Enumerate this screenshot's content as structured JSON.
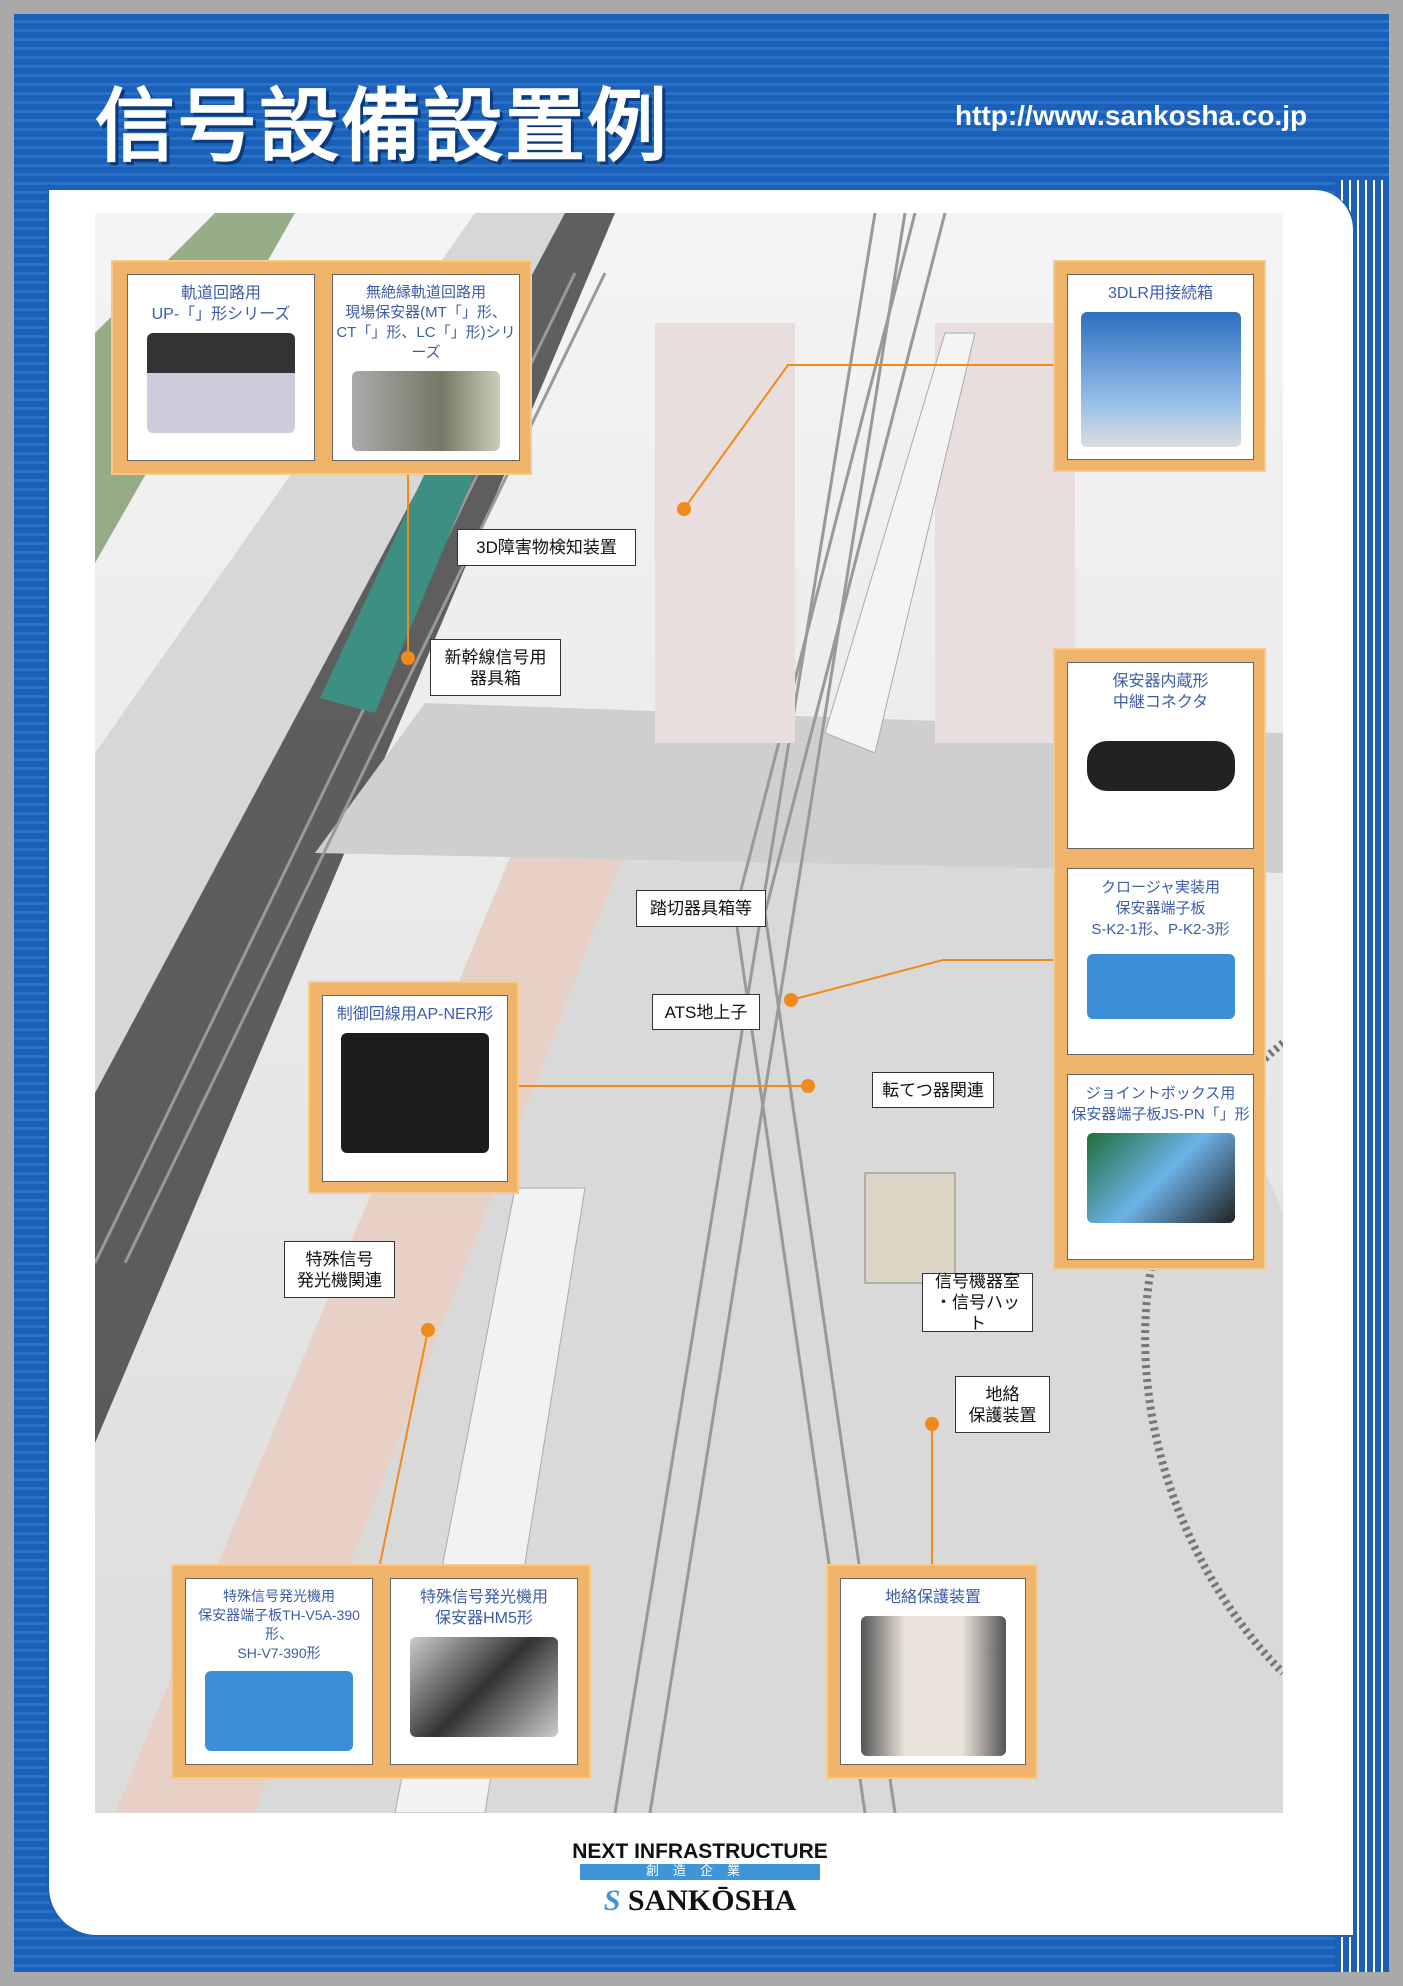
{
  "header": {
    "title": "信号設備設置例",
    "url": "http://www.sankosha.co.jp"
  },
  "products": {
    "up": "軌道回路用\nUP-「」形シリーズ",
    "mt": "無絶縁軌道回路用\n現場保安器(MT「」形、\nCT「」形、LC「」形)シリーズ",
    "dlr": "3DLR用接続箱",
    "connector": "保安器内蔵形\n中継コネクタ",
    "closure": "クロージャ実装用\n保安器端子板\nS-K2-1形、P-K2-3形",
    "joint": "ジョイントボックス用\n保安器端子板JS-PN「」形",
    "apner": "制御回線用AP-NER形",
    "th": "特殊信号発光機用\n保安器端子板TH-V5A-390形、\nSH-V7-390形",
    "hm5": "特殊信号発光機用\n保安器HM5形",
    "ground": "地絡保護装置"
  },
  "labels": {
    "obstacle": "3D障害物検知装置",
    "shinkansen": "新幹線信号用\n器具箱",
    "crossing": "踏切器具箱等",
    "ats": "ATS地上子",
    "switch": "転てつ器関連",
    "special": "特殊信号\n発光機関連",
    "room": "信号機器室\n・信号ハット",
    "groundfault": "地絡\n保護装置"
  },
  "footer": {
    "tagline": "NEXT INFRASTRUCTURE",
    "tagline_jp": "創造企業",
    "brand_prefix": "S",
    "brand": "SANKŌSHA"
  },
  "colors": {
    "brand_blue": "#1d5fb5",
    "accent_orange": "#f0b36a",
    "label_blue": "#3d5ca8"
  }
}
